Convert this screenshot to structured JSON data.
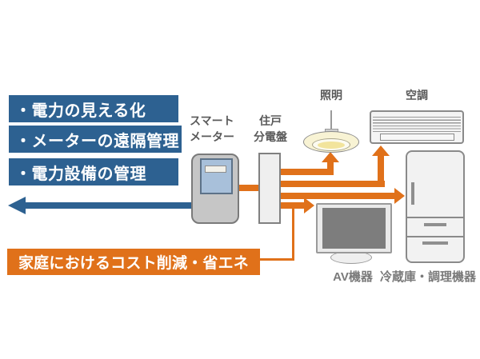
{
  "features": [
    "・電力の見える化",
    "・メーターの遠隔管理",
    "・電力設備の管理"
  ],
  "cost_banner": "家庭におけるコスト削減・省エネ",
  "labels": {
    "smart_meter_line1": "スマート",
    "smart_meter_line2": "メーター",
    "distribution_board_line1": "住戸",
    "distribution_board_line2": "分電盤",
    "lighting": "照明",
    "air_conditioner": "空調",
    "av_equipment": "AV機器",
    "refrigerator": "冷蔵庫・調理機器"
  },
  "colors": {
    "feature_box_blue": "#2d6191",
    "data_arrow_blue": "#2d6191",
    "power_arrow_orange": "#e0711a",
    "banner_orange": "#e0711a",
    "meter_screen_blue": "#a8c0da"
  }
}
